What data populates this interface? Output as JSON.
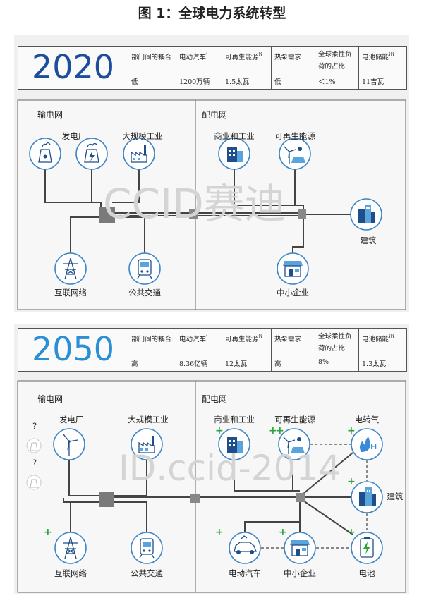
{
  "title": "图 1：全球电力系统转型",
  "header_labels": [
    "部门间的耦合",
    "电动汽车",
    "可再生能源",
    "热泵需求",
    "全球柔性负荷的占比",
    "电池储能"
  ],
  "header_sups": [
    "",
    "i",
    "ii",
    "",
    "",
    "iii"
  ],
  "panel_2020": {
    "year": "2020",
    "values": [
      "低",
      "1200万辆",
      "1.5太瓦",
      "低",
      "＜1%",
      "11吉瓦"
    ],
    "transmission": "输电网",
    "distribution": "配电网",
    "nodes": {
      "power_plant": "发电厂",
      "heavy_industry": "大规模工业",
      "interconnect": "互联网络",
      "public_transport": "公共交通",
      "commercial": "商业和工业",
      "renewables": "可再生能源",
      "buildings": "建筑",
      "sme": "中小企业"
    },
    "watermark": "CCID赛迪"
  },
  "panel_2050": {
    "year": "2050",
    "values": [
      "高",
      "8.36亿辆",
      "12太瓦",
      "高",
      "8%",
      "1.3太瓦"
    ],
    "transmission": "输电网",
    "distribution": "配电网",
    "question": "?",
    "nodes": {
      "power_plant": "发电厂",
      "heavy_industry": "大规模工业",
      "interconnect": "互联网络",
      "public_transport": "公共交通",
      "commercial": "商业和工业",
      "renewables": "可再生能源",
      "power_to_gas": "电转气",
      "buildings": "建筑",
      "ev": "电动汽车",
      "sme": "中小企业",
      "battery": "电池"
    },
    "watermark": "ID.ccid-2014"
  },
  "colors": {
    "year_2020": "#1d4e9c",
    "year_2050": "#2b8fd6",
    "icon_ring": "#3f86c6",
    "plus": "#2aa33a"
  }
}
